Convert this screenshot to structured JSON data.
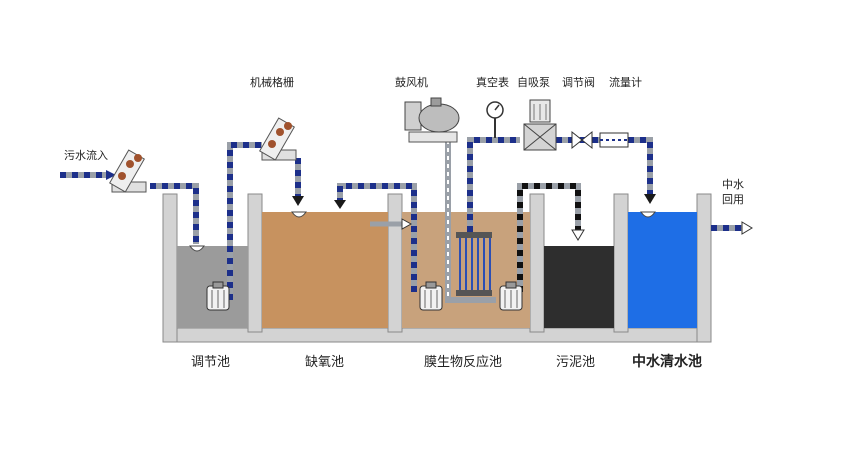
{
  "labels": {
    "inflow": "污水流入",
    "screen": "机械格栅",
    "blower": "鼓风机",
    "vacuum_gauge": "真空表",
    "self_priming_pump": "自吸泵",
    "control_valve": "调节阀",
    "flow_meter": "流量计",
    "reuse_line1": "中水",
    "reuse_line2": "回用"
  },
  "tanks": {
    "regulating": "调节池",
    "anoxic": "缺氧池",
    "mbr": "膜生物反应池",
    "sludge": "污泥池",
    "reclaimed": "中水清水池"
  },
  "colors": {
    "wall": "#d3d3d3",
    "wall_edge": "#9a9a9a",
    "water_regulating": "#9b9b9b",
    "water_anoxic": "#c7925f",
    "water_mbr": "#c8a27c",
    "water_sludge": "#2e2e2e",
    "water_reclaimed": "#1e6ee6",
    "pipe": "#9aa0a8",
    "pipe_dash": "#1c2f8a",
    "pipe_dash_dark": "#111111"
  }
}
